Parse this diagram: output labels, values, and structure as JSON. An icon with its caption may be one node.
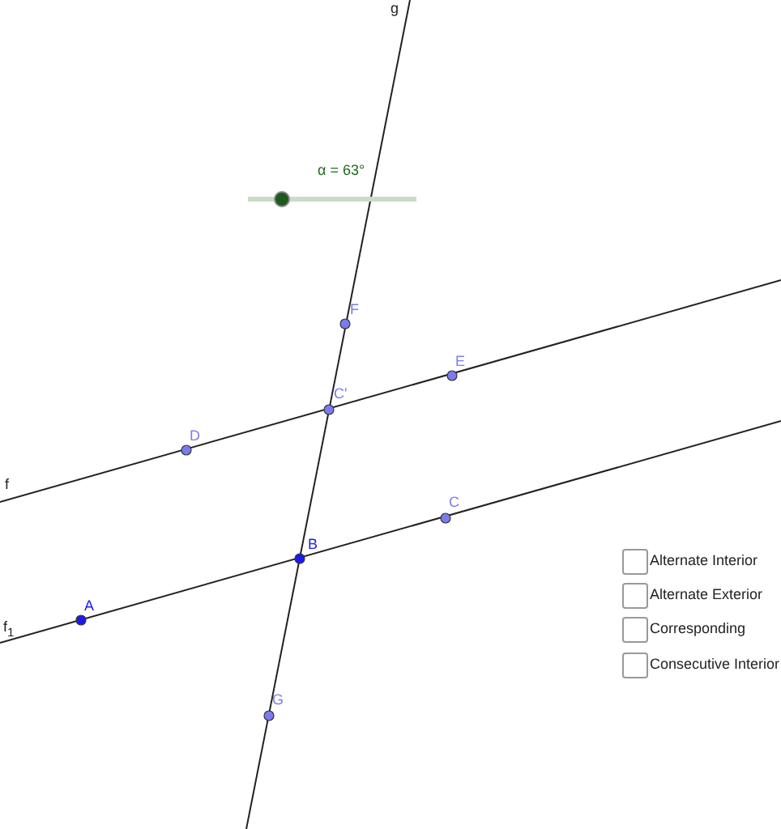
{
  "diagram": {
    "labels": [
      "g",
      "α = 63°",
      "F",
      "E",
      "C'",
      "D",
      "f",
      "C",
      "B",
      "Alternate Interior",
      "Alternate Exterior",
      "A",
      "f$_{1}$",
      "Corresponding",
      "Consecutive Interior",
      "G"
    ]
  }
}
